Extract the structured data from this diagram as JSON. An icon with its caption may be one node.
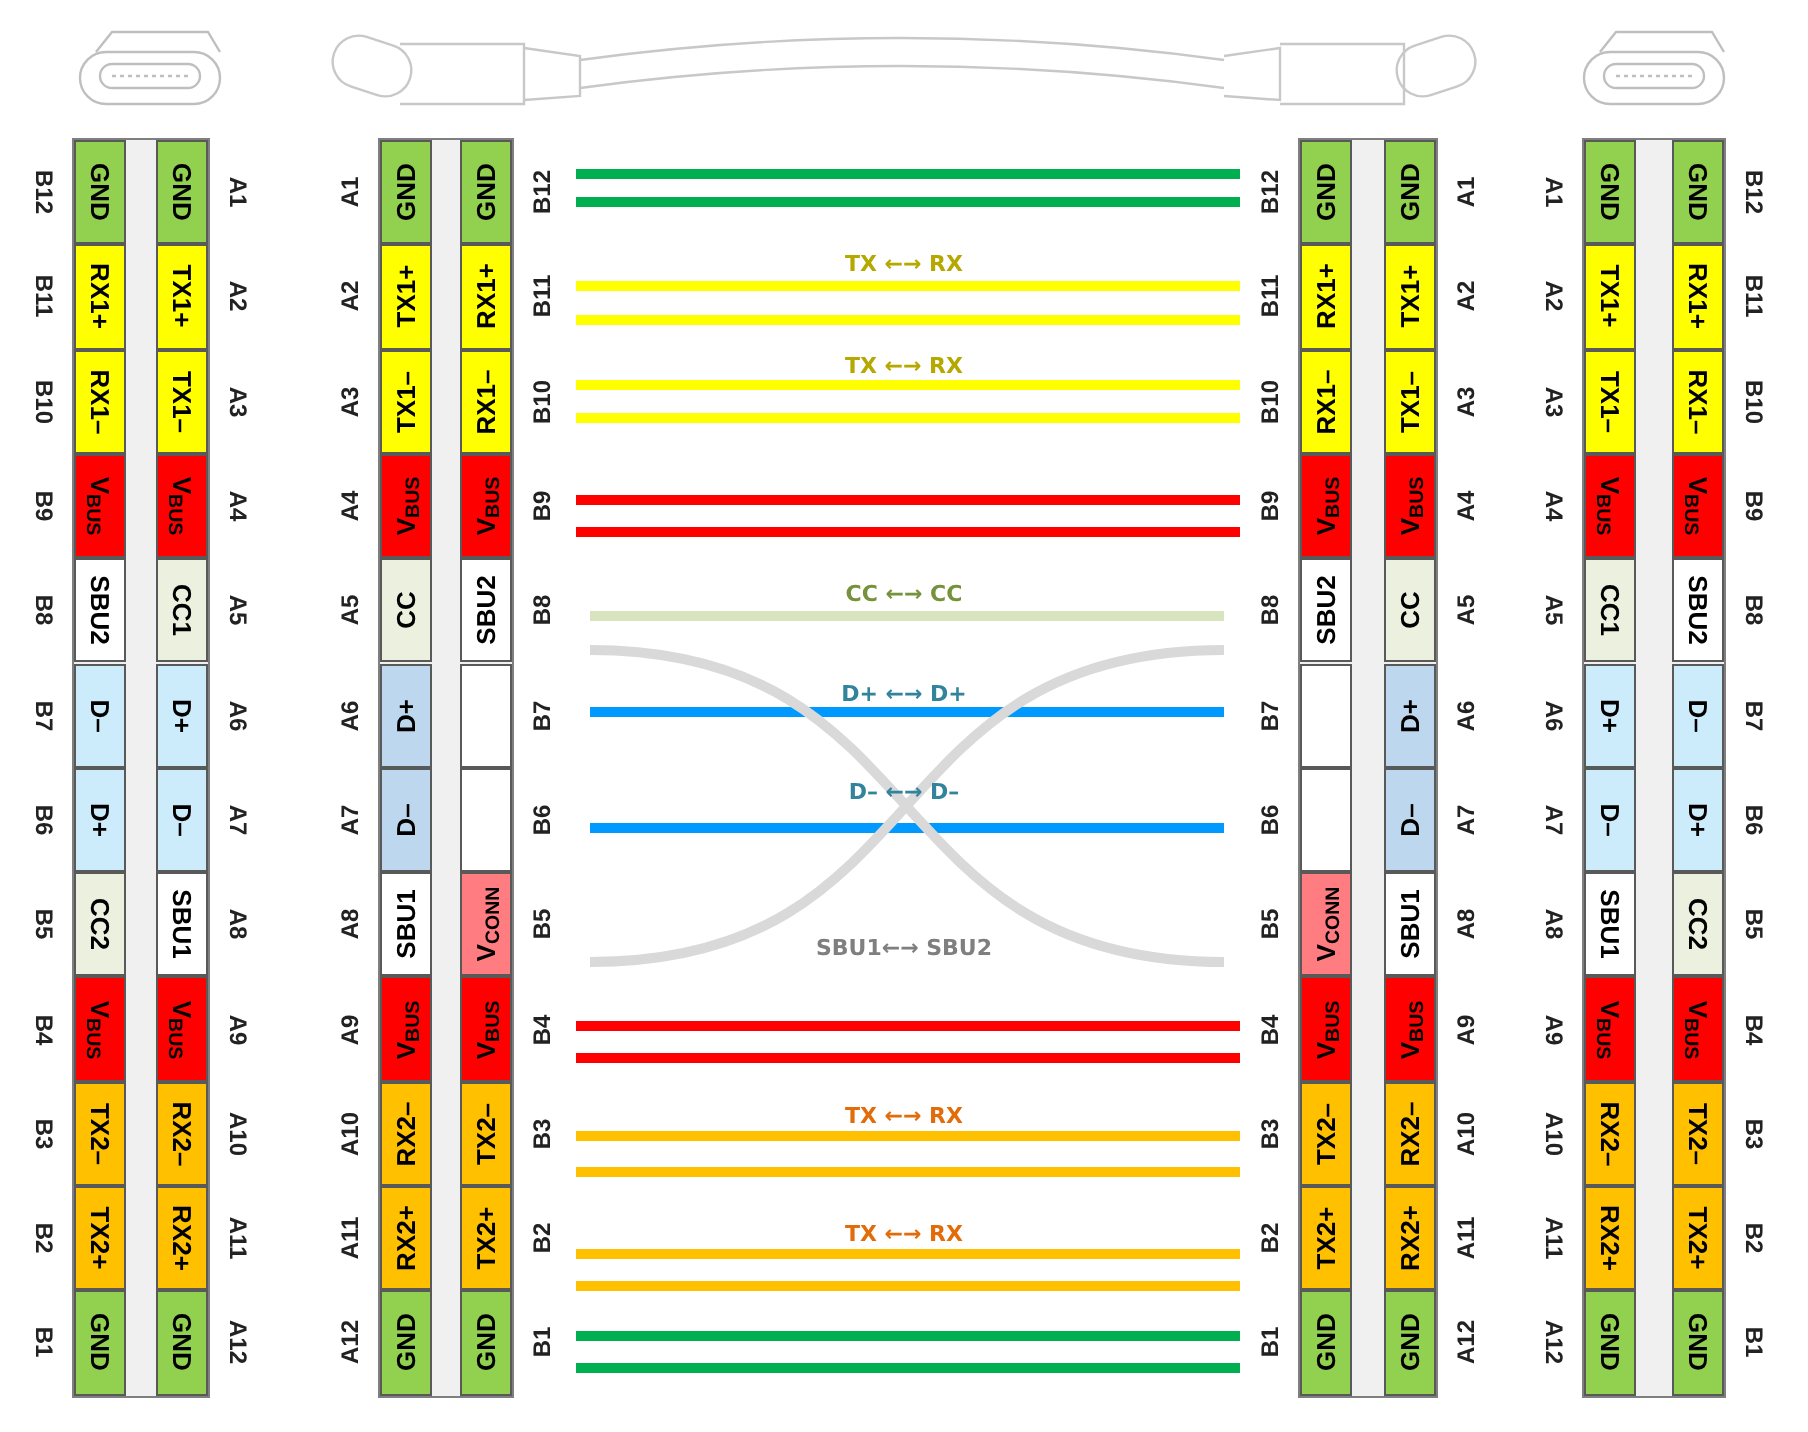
{
  "diagram": {
    "nodes": [
      {
        "text": [
          "GND"
        ],
        "beside": [
          "B12"
        ]
      },
      {
        "text": [
          "RX1+"
        ],
        "beside": [
          "B11"
        ]
      },
      {
        "text": [
          "RX1–"
        ],
        "beside": [
          "B10"
        ]
      },
      {
        "text": [
          "V$_{BUS}$"
        ],
        "beside": [
          "B9"
        ]
      },
      {
        "text": [
          "SBU2"
        ],
        "beside": [
          "B8"
        ]
      },
      {
        "text": [
          "D–"
        ],
        "beside": [
          "B7"
        ]
      },
      {
        "text": [
          "D+"
        ],
        "beside": [
          "B6"
        ]
      },
      {
        "text": [
          "CC2"
        ],
        "beside": [
          "B5"
        ]
      },
      {
        "text": [
          "V$_{BUS}$"
        ],
        "beside": [
          "B4"
        ]
      },
      {
        "text": [
          "TX2–"
        ],
        "beside": [
          "B3"
        ]
      },
      {
        "text": [
          "TX2+"
        ],
        "beside": [
          "B2"
        ]
      },
      {
        "text": [
          "GND"
        ],
        "beside": [
          "B1"
        ]
      },
      {
        "text": [
          "GND"
        ],
        "beside": [
          "A1"
        ]
      },
      {
        "text": [
          "TX1+"
        ],
        "beside": [
          "A2"
        ]
      },
      {
        "text": [
          "TX1–"
        ],
        "beside": [
          "A3"
        ]
      },
      {
        "text": [
          "V$_{BUS}$"
        ],
        "beside": [
          "A4"
        ]
      },
      {
        "text": [
          "CC1"
        ],
        "beside": [
          "A5"
        ]
      },
      {
        "text": [
          "D+"
        ],
        "beside": [
          "A6"
        ]
      },
      {
        "text": [
          "D–"
        ],
        "beside": [
          "A7"
        ]
      },
      {
        "text": [
          "SBU1"
        ],
        "beside": [
          "A8"
        ]
      },
      {
        "text": [
          "V$_{BUS}$"
        ],
        "beside": [
          "A9"
        ]
      },
      {
        "text": [
          "RX2–"
        ],
        "beside": [
          "A10"
        ]
      },
      {
        "text": [
          "RX2+"
        ],
        "beside": [
          "A11"
        ]
      },
      {
        "text": [
          "GND"
        ],
        "beside": [
          "A12"
        ]
      },
      {
        "text": [
          "GND"
        ],
        "beside": [
          "A1"
        ]
      },
      {
        "text": [
          "TX1+"
        ],
        "beside": [
          "A2"
        ]
      },
      {
        "text": [
          "TX1–"
        ],
        "beside": [
          "A3"
        ]
      },
      {
        "text": [
          "V$_{BUS}$"
        ],
        "beside": [
          "A4"
        ]
      },
      {
        "text": [
          "CC"
        ],
        "beside": [
          "A5"
        ]
      },
      {
        "text": [
          "D+"
        ],
        "beside": [
          "A6"
        ]
      },
      {
        "text": [
          "D–"
        ],
        "beside": [
          "A7"
        ]
      },
      {
        "text": [
          "SBU1"
        ],
        "beside": [
          "A8"
        ]
      },
      {
        "text": [
          "V$_{BUS}$"
        ],
        "beside": [
          "A9"
        ]
      },
      {
        "text": [
          "RX2–"
        ],
        "beside": [
          "A10"
        ]
      },
      {
        "text": [
          "RX2+"
        ],
        "beside": [
          "A11"
        ]
      },
      {
        "text": [
          "GND"
        ],
        "beside": [
          "A12"
        ]
      },
      {
        "text": [
          "GND"
        ],
        "beside": [
          "B12"
        ]
      },
      {
        "text": [
          "RX1+"
        ],
        "beside": [
          "B11"
        ]
      },
      {
        "text": [
          "RX1–"
        ],
        "beside": [
          "B10"
        ]
      },
      {
        "text": [
          "V$_{BUS}$"
        ],
        "beside": [
          "B9"
        ]
      },
      {
        "text": [
          "SBU2"
        ],
        "beside": [
          "B8"
        ]
      },
      {
        "text": [],
        "shape": "box",
        "beside": [
          "B7"
        ]
      },
      {
        "text": [],
        "shape": "box",
        "beside": [
          "B6"
        ]
      },
      {
        "text": [
          "V$_{CONN}$"
        ],
        "beside": [
          "B5"
        ]
      },
      {
        "text": [
          "V$_{BUS}$"
        ],
        "beside": [
          "B4"
        ]
      },
      {
        "text": [
          "TX2–"
        ],
        "beside": [
          "B3"
        ]
      },
      {
        "text": [
          "TX2+"
        ],
        "beside": [
          "B2"
        ]
      },
      {
        "text": [
          "GND"
        ],
        "beside": [
          "B1"
        ]
      },
      {
        "text": [
          "GND"
        ],
        "beside": [
          "B12"
        ]
      },
      {
        "text": [
          "RX1+"
        ],
        "beside": [
          "B11"
        ]
      },
      {
        "text": [
          "RX1–"
        ],
        "beside": [
          "B10"
        ]
      },
      {
        "text": [
          "V$_{BUS}$"
        ],
        "beside": [
          "B9"
        ]
      },
      {
        "text": [
          "SBU2"
        ],
        "beside": [
          "B8"
        ]
      },
      {
        "text": [],
        "shape": "box",
        "beside": [
          "B7"
        ]
      },
      {
        "text": [],
        "shape": "box",
        "beside": [
          "B6"
        ]
      },
      {
        "text": [
          "V$_{CONN}$"
        ],
        "beside": [
          "B5"
        ]
      },
      {
        "text": [
          "V$_{BUS}$"
        ],
        "beside": [
          "B4"
        ]
      },
      {
        "text": [
          "TX2–"
        ],
        "beside": [
          "B3"
        ]
      },
      {
        "text": [
          "TX2+"
        ],
        "beside": [
          "B2"
        ]
      },
      {
        "text": [
          "GND"
        ],
        "beside": [
          "B1"
        ]
      },
      {
        "text": [
          "GND"
        ],
        "beside": [
          "A1"
        ]
      },
      {
        "text": [
          "TX1+"
        ],
        "beside": [
          "A2"
        ]
      },
      {
        "text": [
          "TX1–"
        ],
        "beside": [
          "A3"
        ]
      },
      {
        "text": [
          "V$_{BUS}$"
        ],
        "beside": [
          "A4"
        ]
      },
      {
        "text": [
          "CC"
        ],
        "beside": [
          "A5"
        ]
      },
      {
        "text": [
          "D+"
        ],
        "beside": [
          "A6"
        ]
      },
      {
        "text": [
          "D–"
        ],
        "beside": [
          "A7"
        ]
      },
      {
        "text": [
          "SBU1"
        ],
        "beside": [
          "A8"
        ]
      },
      {
        "text": [
          "V$_{BUS}$"
        ],
        "beside": [
          "A9"
        ]
      },
      {
        "text": [
          "RX2–"
        ],
        "beside": [
          "A10"
        ]
      },
      {
        "text": [
          "RX2+"
        ],
        "beside": [
          "A11"
        ]
      },
      {
        "text": [
          "GND"
        ],
        "beside": [
          "A12"
        ]
      },
      {
        "text": [
          "GND"
        ],
        "beside": [
          "A1"
        ]
      },
      {
        "text": [
          "TX1+"
        ],
        "beside": [
          "A2"
        ]
      },
      {
        "text": [
          "TX1–"
        ],
        "beside": [
          "A3"
        ]
      },
      {
        "text": [
          "V$_{BUS}$"
        ],
        "beside": [
          "A4"
        ]
      },
      {
        "text": [
          "CC1"
        ],
        "beside": [
          "A5"
        ]
      },
      {
        "text": [
          "D+"
        ],
        "beside": [
          "A6"
        ]
      },
      {
        "text": [
          "D–"
        ],
        "beside": [
          "A7"
        ]
      },
      {
        "text": [
          "SBU1"
        ],
        "beside": [
          "A8"
        ]
      },
      {
        "text": [
          "V$_{BUS}$"
        ],
        "beside": [
          "A9"
        ]
      },
      {
        "text": [
          "RX2–"
        ],
        "beside": [
          "A10"
        ]
      },
      {
        "text": [
          "RX2+"
        ],
        "beside": [
          "A11"
        ]
      },
      {
        "text": [
          "GND"
        ],
        "beside": [
          "A12"
        ]
      },
      {
        "text": [
          "GND"
        ],
        "beside": [
          "B12"
        ]
      },
      {
        "text": [
          "RX1+"
        ],
        "beside": [
          "B11"
        ]
      },
      {
        "text": [
          "RX1–"
        ],
        "beside": [
          "B10"
        ]
      },
      {
        "text": [
          "V$_{BUS}$"
        ],
        "beside": [
          "B9"
        ]
      },
      {
        "text": [
          "SBU2"
        ],
        "beside": [
          "B8"
        ]
      },
      {
        "text": [
          "D–"
        ],
        "beside": [
          "B7"
        ]
      },
      {
        "text": [
          "D+"
        ],
        "beside": [
          "B6"
        ]
      },
      {
        "text": [
          "CC2"
        ],
        "beside": [
          "B5"
        ]
      },
      {
        "text": [
          "V$_{BUS}$"
        ],
        "beside": [
          "B4"
        ]
      },
      {
        "text": [
          "TX2–"
        ],
        "beside": [
          "B3"
        ]
      },
      {
        "text": [
          "TX2+"
        ],
        "beside": [
          "B2"
        ]
      },
      {
        "text": [
          "GND"
        ],
        "beside": [
          "B1"
        ]
      }
    ],
    "labels": [
      "TX ←→ RX",
      "TX ←→ RX",
      "CC ←→ CC",
      "D+ ←→ D+",
      "D– ←→ D–",
      "SBU1←→ SBU2",
      "TX ←→ RX",
      "TX ←→ RX"
    ]
  }
}
